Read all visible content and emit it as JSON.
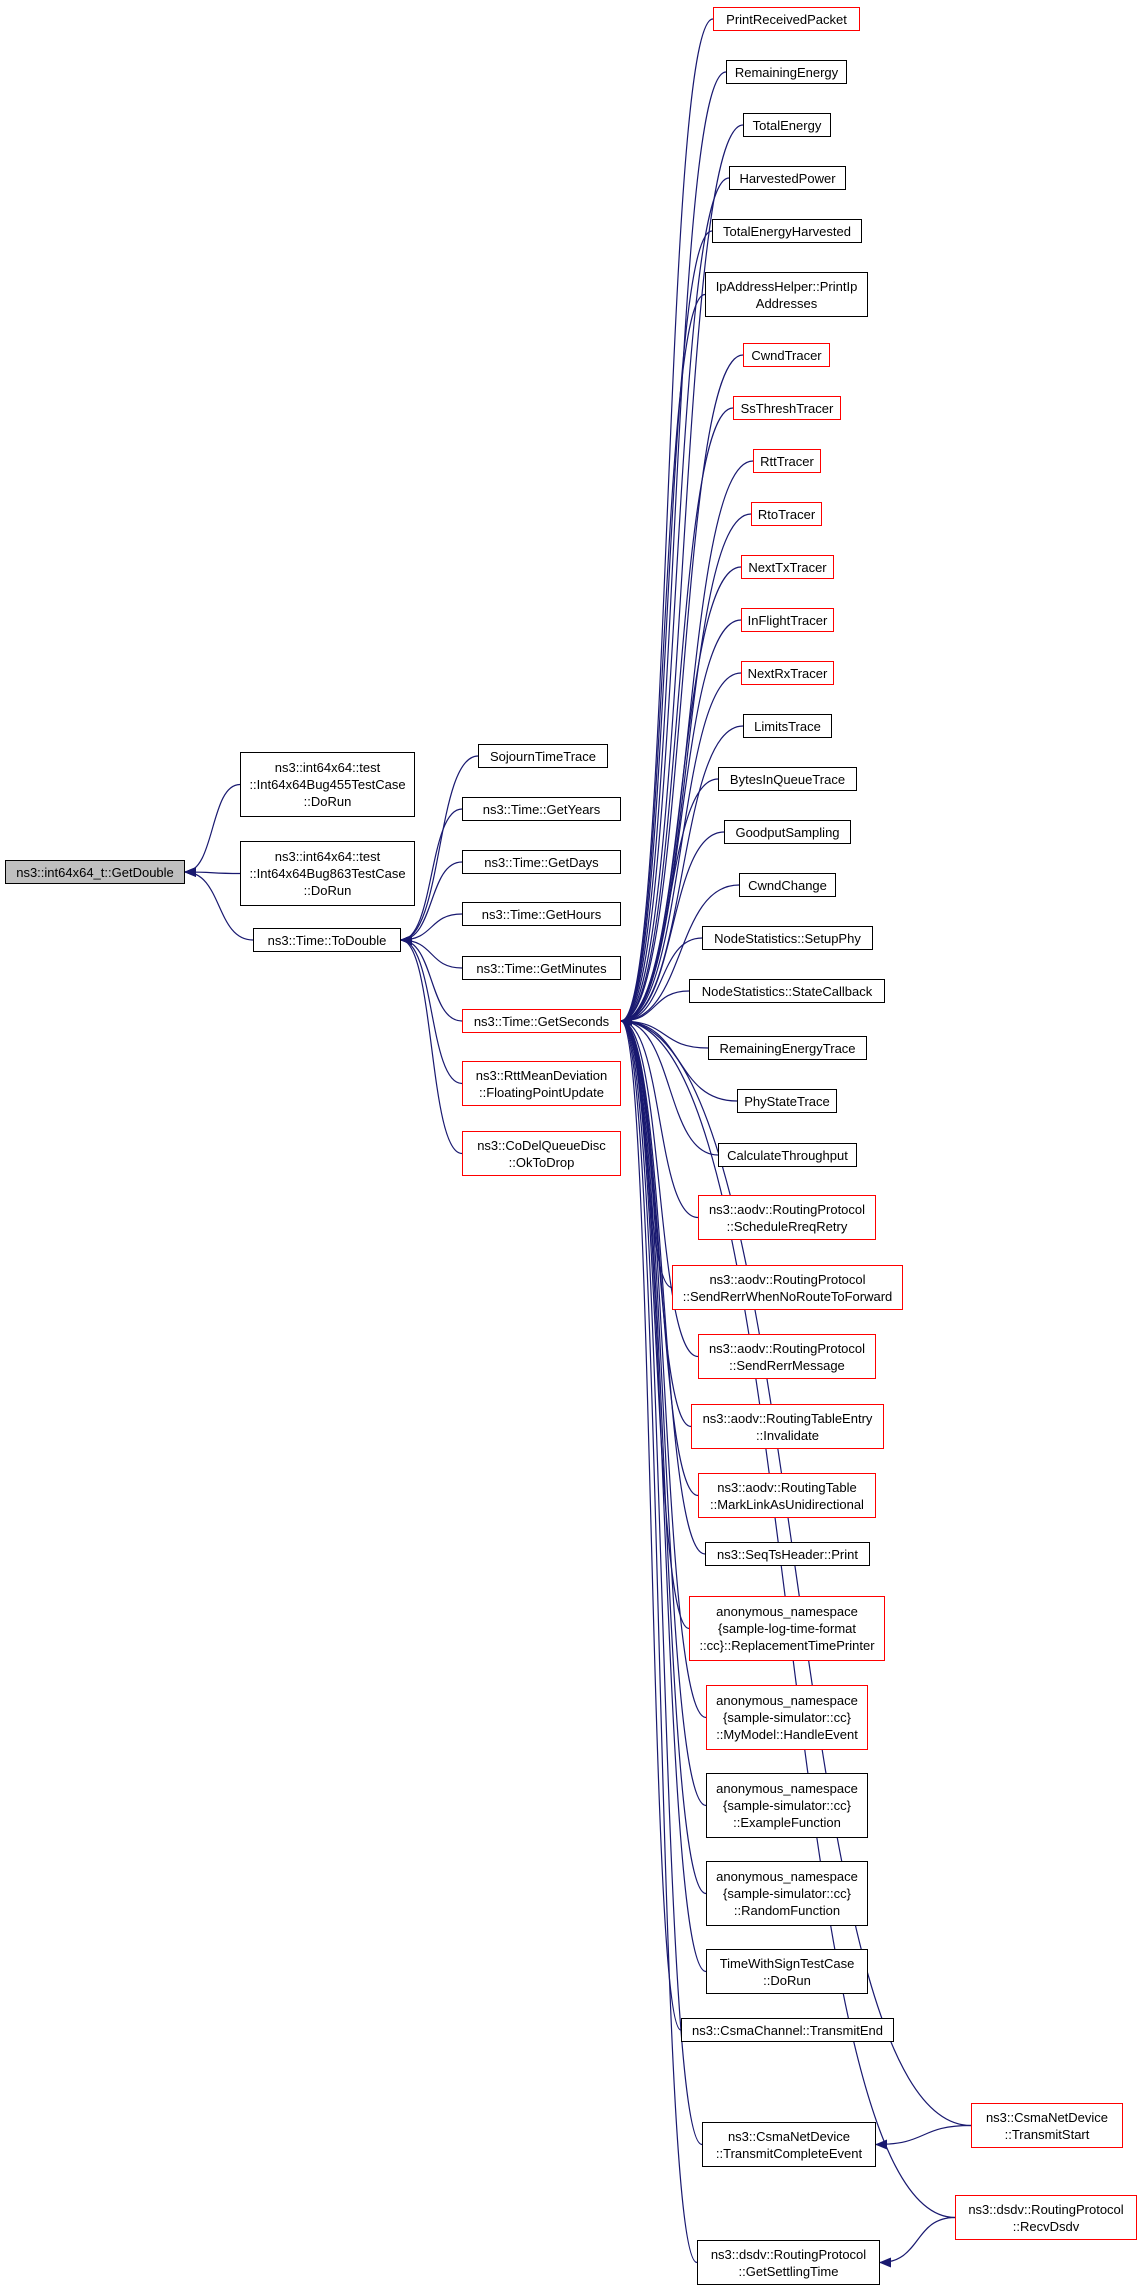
{
  "graph": {
    "edge_color": "#191970",
    "root": {
      "label": "ns3::int64x64_t::GetDouble",
      "fill": "#bfbfbf"
    },
    "nodes": [
      {
        "id": "bug455",
        "label": "ns3::int64x64::test\n::Int64x64Bug455TestCase\n::DoRun",
        "border": "black"
      },
      {
        "id": "bug863",
        "label": "ns3::int64x64::test\n::Int64x64Bug863TestCase\n::DoRun",
        "border": "black"
      },
      {
        "id": "todouble",
        "label": "ns3::Time::ToDouble",
        "border": "black"
      },
      {
        "id": "sojourn",
        "label": "SojournTimeTrace",
        "border": "black"
      },
      {
        "id": "getyears",
        "label": "ns3::Time::GetYears",
        "border": "black"
      },
      {
        "id": "getdays",
        "label": "ns3::Time::GetDays",
        "border": "black"
      },
      {
        "id": "gethours",
        "label": "ns3::Time::GetHours",
        "border": "black"
      },
      {
        "id": "getminutes",
        "label": "ns3::Time::GetMinutes",
        "border": "black"
      },
      {
        "id": "getseconds",
        "label": "ns3::Time::GetSeconds",
        "border": "red"
      },
      {
        "id": "rttmean",
        "label": "ns3::RttMeanDeviation\n::FloatingPointUpdate",
        "border": "red"
      },
      {
        "id": "codel",
        "label": "ns3::CoDelQueueDisc\n::OkToDrop",
        "border": "red"
      },
      {
        "id": "printrx",
        "label": "PrintReceivedPacket",
        "border": "red"
      },
      {
        "id": "remenergy",
        "label": "RemainingEnergy",
        "border": "black"
      },
      {
        "id": "totenergy",
        "label": "TotalEnergy",
        "border": "black"
      },
      {
        "id": "harvpower",
        "label": "HarvestedPower",
        "border": "black"
      },
      {
        "id": "totharv",
        "label": "TotalEnergyHarvested",
        "border": "black"
      },
      {
        "id": "ipaddr",
        "label": "IpAddressHelper::PrintIp\nAddresses",
        "border": "black"
      },
      {
        "id": "cwndtracer",
        "label": "CwndTracer",
        "border": "red"
      },
      {
        "id": "ssthresh",
        "label": "SsThreshTracer",
        "border": "red"
      },
      {
        "id": "rtttracer",
        "label": "RttTracer",
        "border": "red"
      },
      {
        "id": "rtotracer",
        "label": "RtoTracer",
        "border": "red"
      },
      {
        "id": "nexttx",
        "label": "NextTxTracer",
        "border": "red"
      },
      {
        "id": "inflight",
        "label": "InFlightTracer",
        "border": "red"
      },
      {
        "id": "nextrx",
        "label": "NextRxTracer",
        "border": "red"
      },
      {
        "id": "limits",
        "label": "LimitsTrace",
        "border": "black"
      },
      {
        "id": "bytesq",
        "label": "BytesInQueueTrace",
        "border": "black"
      },
      {
        "id": "goodput",
        "label": "GoodputSampling",
        "border": "black"
      },
      {
        "id": "cwndchange",
        "label": "CwndChange",
        "border": "black"
      },
      {
        "id": "setupphy",
        "label": "NodeStatistics::SetupPhy",
        "border": "black"
      },
      {
        "id": "statecb",
        "label": "NodeStatistics::StateCallback",
        "border": "black"
      },
      {
        "id": "remenergytr",
        "label": "RemainingEnergyTrace",
        "border": "black"
      },
      {
        "id": "phystate",
        "label": "PhyStateTrace",
        "border": "black"
      },
      {
        "id": "calcthru",
        "label": "CalculateThroughput",
        "border": "black"
      },
      {
        "id": "schedrreq",
        "label": "ns3::aodv::RoutingProtocol\n::ScheduleRreqRetry",
        "border": "red"
      },
      {
        "id": "sendrerrnoroute",
        "label": "ns3::aodv::RoutingProtocol\n::SendRerrWhenNoRouteToForward",
        "border": "red"
      },
      {
        "id": "sendrerrmsg",
        "label": "ns3::aodv::RoutingProtocol\n::SendRerrMessage",
        "border": "red"
      },
      {
        "id": "invalidate",
        "label": "ns3::aodv::RoutingTableEntry\n::Invalidate",
        "border": "red"
      },
      {
        "id": "marklink",
        "label": "ns3::aodv::RoutingTable\n::MarkLinkAsUnidirectional",
        "border": "red"
      },
      {
        "id": "seqts",
        "label": "ns3::SeqTsHeader::Print",
        "border": "black"
      },
      {
        "id": "replprinter",
        "label": "anonymous_namespace\n{sample-log-time-format\n::cc}::ReplacementTimePrinter",
        "border": "red"
      },
      {
        "id": "handleevent",
        "label": "anonymous_namespace\n{sample-simulator::cc}\n::MyModel::HandleEvent",
        "border": "red"
      },
      {
        "id": "examplefn",
        "label": "anonymous_namespace\n{sample-simulator::cc}\n::ExampleFunction",
        "border": "black"
      },
      {
        "id": "randomfn",
        "label": "anonymous_namespace\n{sample-simulator::cc}\n::RandomFunction",
        "border": "black"
      },
      {
        "id": "timewithsign",
        "label": "TimeWithSignTestCase\n::DoRun",
        "border": "black"
      },
      {
        "id": "csmachannel",
        "label": "ns3::CsmaChannel::TransmitEnd",
        "border": "black"
      },
      {
        "id": "csmatxcomplete",
        "label": "ns3::CsmaNetDevice\n::TransmitCompleteEvent",
        "border": "black"
      },
      {
        "id": "csmatxstart",
        "label": "ns3::CsmaNetDevice\n::TransmitStart",
        "border": "red"
      },
      {
        "id": "recvdsdv",
        "label": "ns3::dsdv::RoutingProtocol\n::RecvDsdv",
        "border": "red"
      },
      {
        "id": "settling",
        "label": "ns3::dsdv::RoutingProtocol\n::GetSettlingTime",
        "border": "black"
      }
    ]
  }
}
